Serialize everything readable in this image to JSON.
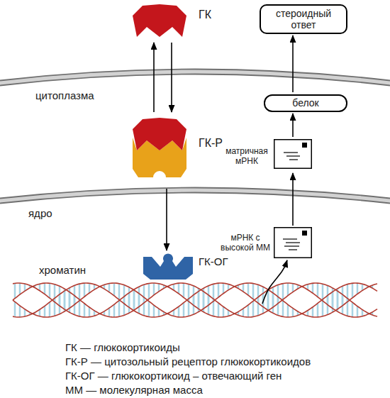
{
  "diagram": {
    "nodes": [
      {
        "text": [
          "ГК"
        ]
      },
      {
        "text": [
          "стероидный ответ"
        ]
      },
      {
        "text": [
          "белок"
        ]
      },
      {
        "text": [
          "ГК-Р"
        ]
      },
      {
        "text": [
          "матричная мРНК"
        ]
      },
      {
        "text": [
          "мРНК с высокой ММ"
        ]
      },
      {
        "text": [
          "ГК-ОГ"
        ]
      },
      {
        "text": [
          "хроматин"
        ]
      }
    ],
    "edges": [
      {
        "from": 3,
        "to": 0,
        "arrow": "to"
      },
      {
        "from": 0,
        "to": 3,
        "arrow": "to"
      },
      {
        "from": 3,
        "to": 6,
        "arrow": "to"
      },
      {
        "from": 7,
        "to": 5,
        "arrow": "to"
      },
      {
        "from": 5,
        "to": 4,
        "arrow": "to"
      },
      {
        "from": 4,
        "to": 2,
        "arrow": "to"
      },
      {
        "from": 2,
        "to": 1,
        "arrow": "to"
      }
    ],
    "labels": [
      "цитоплазма",
      "ядро"
    ],
    "legend": [
      {
        "text": "ГК — глюкокортикоиды"
      },
      {
        "text": "ГК-Р — цитозольный рецептор глюкокортикоидов"
      },
      {
        "text": "ГК-ОГ — глюкокортикоид – отвечающий ген"
      },
      {
        "text": "ММ — молекулярная масса"
      }
    ]
  }
}
